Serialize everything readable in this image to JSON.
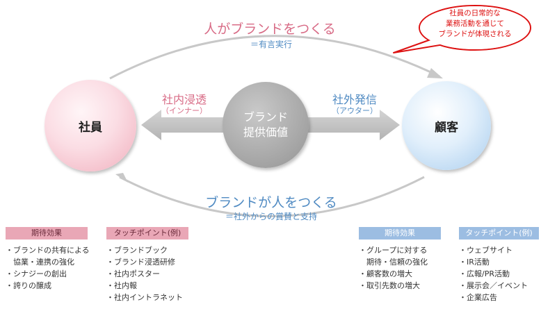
{
  "top_arc": {
    "title": "人がブランドをつくる",
    "subtitle": "＝有言実行"
  },
  "bottom_arc": {
    "title": "ブランドが人をつくる",
    "subtitle": "＝社外からの賞賛と支持"
  },
  "callout": {
    "lines": [
      "社員の日常的な",
      "業務活動を通じて",
      "ブランドが体現される"
    ]
  },
  "nodes": {
    "employee": "社員",
    "customer": "顧客",
    "core_line1": "ブランド",
    "core_line2": "提供価値"
  },
  "arrows": {
    "inner_title": "社内浸透",
    "inner_sub": "（インナー）",
    "outer_title": "社外発信",
    "outer_sub": "（アウター）"
  },
  "left_panel": {
    "effects_header": "期待効果",
    "effects": [
      "・ブランドの共有による",
      "　協業・連携の強化",
      "・シナジーの創出",
      "・誇りの醸成"
    ],
    "touch_header": "タッチポイント(例)",
    "touch": [
      "・ブランドブック",
      "・ブランド浸透研修",
      "・社内ポスター",
      "・社内報",
      "・社内イントラネット"
    ]
  },
  "right_panel": {
    "effects_header": "期待効果",
    "effects": [
      "・グループに対する",
      "　期待・信頼の強化",
      "・顧客数の増大",
      "・取引先数の増大"
    ],
    "touch_header": "タッチポイント(例)",
    "touch": [
      "・ウェブサイト",
      "・IR活動",
      "・広報/PR活動",
      "・展示会／イベント",
      "・企業広告"
    ]
  },
  "colors": {
    "pink_text": "#d86b86",
    "blue_text": "#4f8ac2",
    "callout_red": "#dd1111",
    "arc_gray": "#c8c8c8"
  }
}
